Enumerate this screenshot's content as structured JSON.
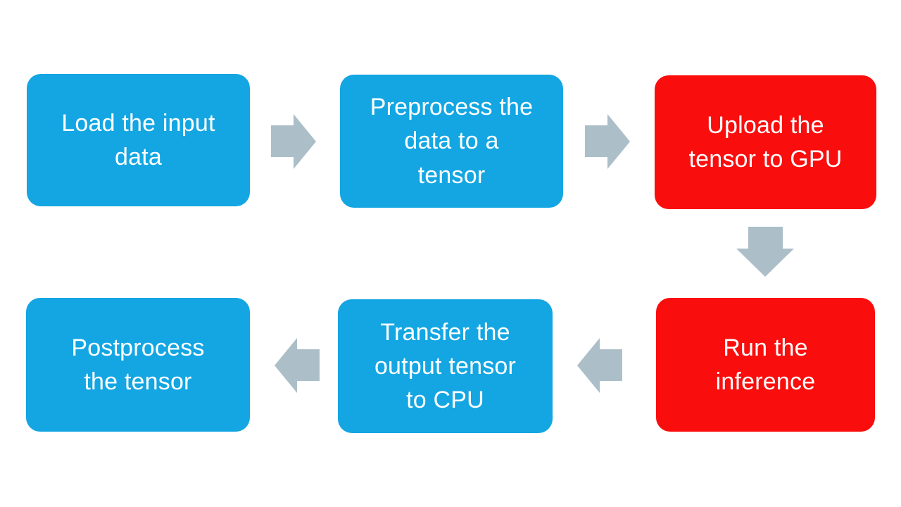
{
  "diagram": {
    "type": "flowchart",
    "background": "#ffffff",
    "colors": {
      "process_blue": "#13a6e2",
      "accent_red": "#fa0d0d",
      "arrow_gray": "#acbfc9",
      "text_white": "#ffffff"
    },
    "nodes": [
      {
        "id": "load-input-data",
        "label": "Load the input\ndata",
        "color": "blue",
        "row": 1,
        "col": 1
      },
      {
        "id": "preprocess-data",
        "label": "Preprocess the\ndata to a\ntensor",
        "color": "blue",
        "row": 1,
        "col": 2
      },
      {
        "id": "upload-tensor-gpu",
        "label": "Upload the\ntensor to GPU",
        "color": "red",
        "row": 1,
        "col": 3
      },
      {
        "id": "run-inference",
        "label": "Run the\ninference",
        "color": "red",
        "row": 2,
        "col": 3
      },
      {
        "id": "transfer-output-cpu",
        "label": "Transfer the\noutput tensor\nto CPU",
        "color": "blue",
        "row": 2,
        "col": 2
      },
      {
        "id": "postprocess-tensor",
        "label": "Postprocess\nthe tensor",
        "color": "blue",
        "row": 2,
        "col": 1
      }
    ],
    "arrows": [
      {
        "from": "load-input-data",
        "to": "preprocess-data",
        "direction": "right"
      },
      {
        "from": "preprocess-data",
        "to": "upload-tensor-gpu",
        "direction": "right"
      },
      {
        "from": "upload-tensor-gpu",
        "to": "run-inference",
        "direction": "down"
      },
      {
        "from": "run-inference",
        "to": "transfer-output-cpu",
        "direction": "left"
      },
      {
        "from": "transfer-output-cpu",
        "to": "postprocess-tensor",
        "direction": "left"
      }
    ]
  }
}
